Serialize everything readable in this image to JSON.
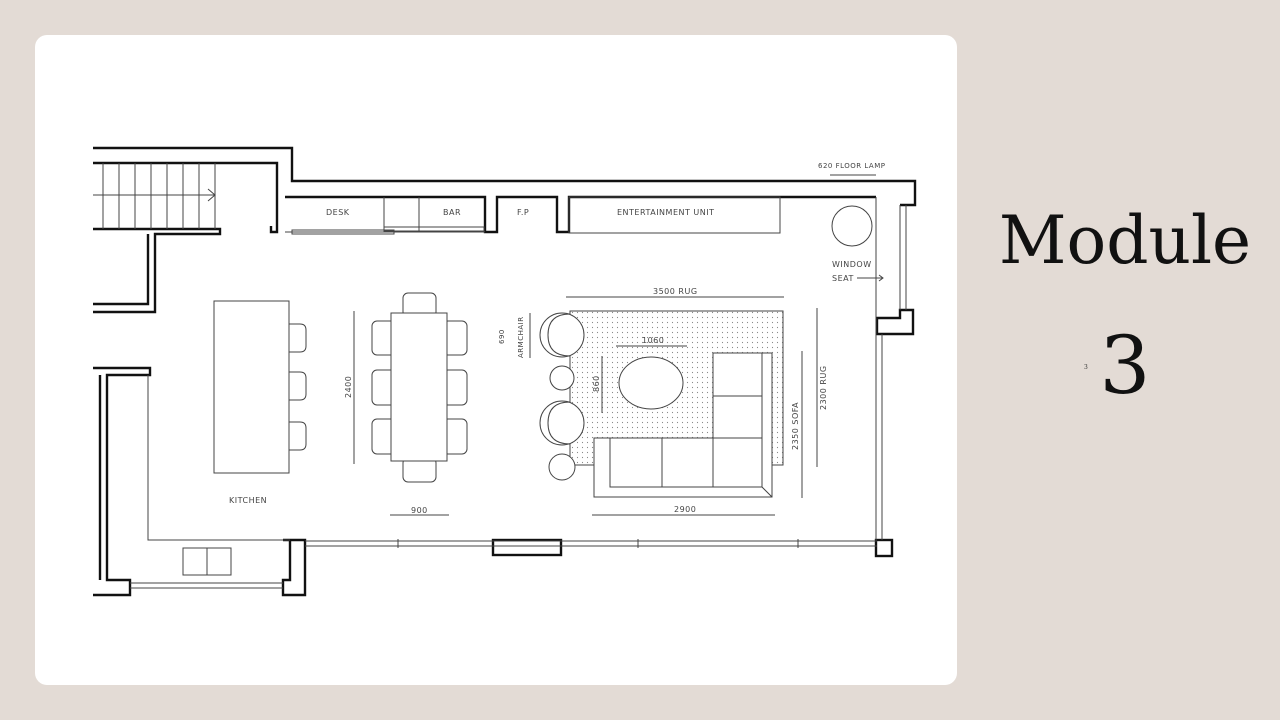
{
  "slide": {
    "title": "Module",
    "number": "3",
    "small_number": "3"
  },
  "plan": {
    "labels": {
      "desk": "DESK",
      "bar": "BAR",
      "fireplace": "F.P",
      "entertainment_unit": "ENTERTAINMENT UNIT",
      "floor_lamp": "620 FLOOR LAMP",
      "window_seat_1": "WINDOW",
      "window_seat_2": "SEAT",
      "kitchen": "KITCHEN",
      "rug_width": "3500  RUG",
      "rug_depth": "2300  RUG",
      "coffee_width": "1060",
      "coffee_depth": "860",
      "sofa_width": "2900",
      "sofa_depth": "2350  SOFA",
      "armchair_1": "690",
      "armchair_2": "ARMCHAIR",
      "table_length": "2400",
      "table_width": "900"
    }
  },
  "colors": {
    "background": "#e3dbd5",
    "card": "#ffffff",
    "ink": "#111111"
  }
}
